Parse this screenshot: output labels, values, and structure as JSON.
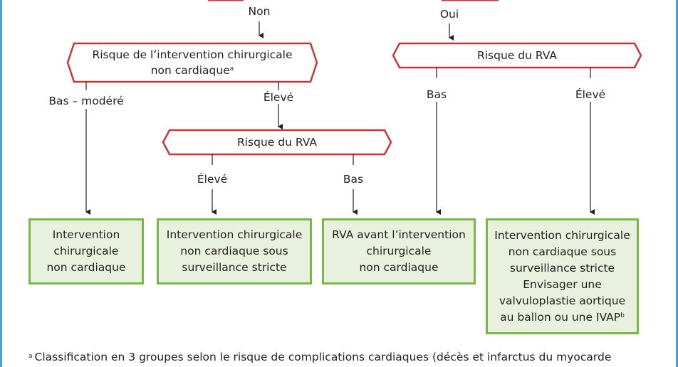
{
  "colors": {
    "hexagon_border": "#c6373c",
    "box_border": "#7ab648",
    "box_fill": "#e7f1dd",
    "frame": "#4a9fd8",
    "text": "#231f20"
  },
  "top_labels": {
    "non": "Non",
    "oui": "Oui"
  },
  "decisions": {
    "surgery_risk": {
      "line1": "Risque de l’intervention chirurgicale",
      "line2": "non cardiaque",
      "sup": "a"
    },
    "rva_risk_right": {
      "label": "Risque du RVA"
    },
    "rva_risk_middle": {
      "label": "Risque du RVA"
    }
  },
  "branch_labels": {
    "bas_modere": "Bas – modéré",
    "eleve_surgery": "Élevé",
    "bas_right": "Bas",
    "eleve_right": "Élevé",
    "eleve_middle": "Élevé",
    "bas_middle": "Bas"
  },
  "outcomes": [
    {
      "lines": [
        "Intervention",
        "chirurgicale",
        "non cardiaque"
      ]
    },
    {
      "lines": [
        "Intervention chirurgicale",
        "non cardiaque sous",
        "surveillance stricte"
      ]
    },
    {
      "lines": [
        "RVA avant l’intervention",
        "chirurgicale",
        "non cardiaque"
      ]
    },
    {
      "lines": [
        "Intervention chirurgicale",
        "non cardiaque sous",
        "surveillance stricte",
        "Envisager une",
        "valvuloplastie aortique",
        "au ballon ou une IVAP"
      ],
      "last_sup": "b"
    }
  ],
  "footnote": {
    "sup": "a",
    "text": "Classification en 3 groupes selon le risque de complications cardiaques (décès et infarctus du myocarde"
  }
}
